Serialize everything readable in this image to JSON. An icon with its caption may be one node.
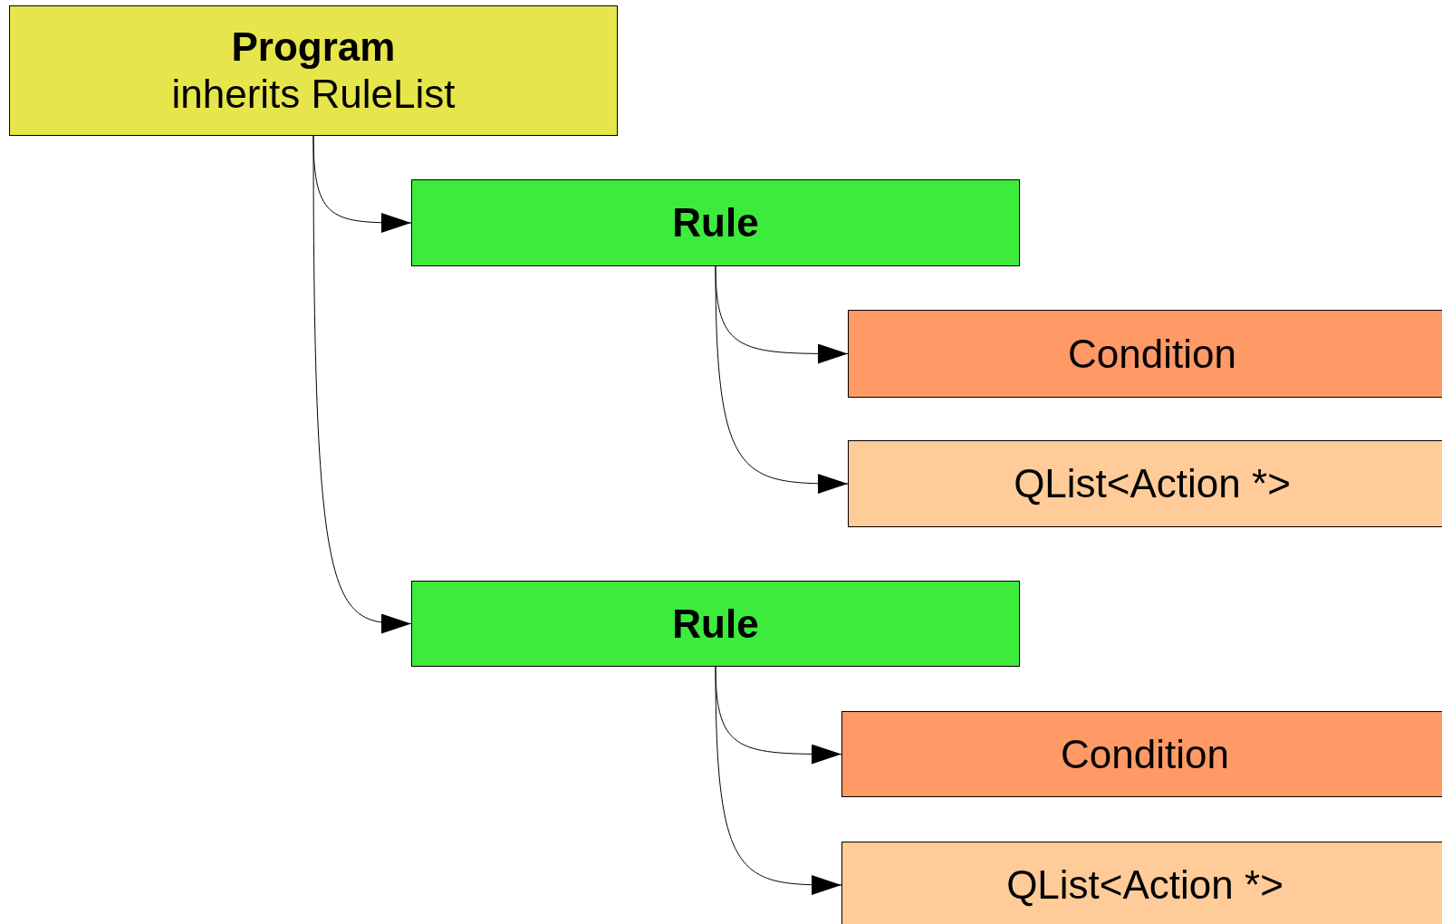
{
  "diagram": {
    "nodes": [
      {
        "text": [
          "Program",
          "inherits RuleList"
        ]
      },
      {
        "text": [
          "Rule"
        ]
      },
      {
        "text": [
          "Condition"
        ]
      },
      {
        "text": [
          "QList<Action *>"
        ]
      },
      {
        "text": [
          "Rule"
        ]
      },
      {
        "text": [
          "Condition"
        ]
      },
      {
        "text": [
          "QList<Action *>"
        ]
      }
    ],
    "edges": [
      {
        "from": 0,
        "to": 1,
        "arrow": "to"
      },
      {
        "from": 0,
        "to": 4,
        "arrow": "to"
      },
      {
        "from": 1,
        "to": 2,
        "arrow": "to"
      },
      {
        "from": 1,
        "to": 3,
        "arrow": "to"
      },
      {
        "from": 4,
        "to": 5,
        "arrow": "to"
      },
      {
        "from": 4,
        "to": 6,
        "arrow": "to"
      }
    ]
  }
}
